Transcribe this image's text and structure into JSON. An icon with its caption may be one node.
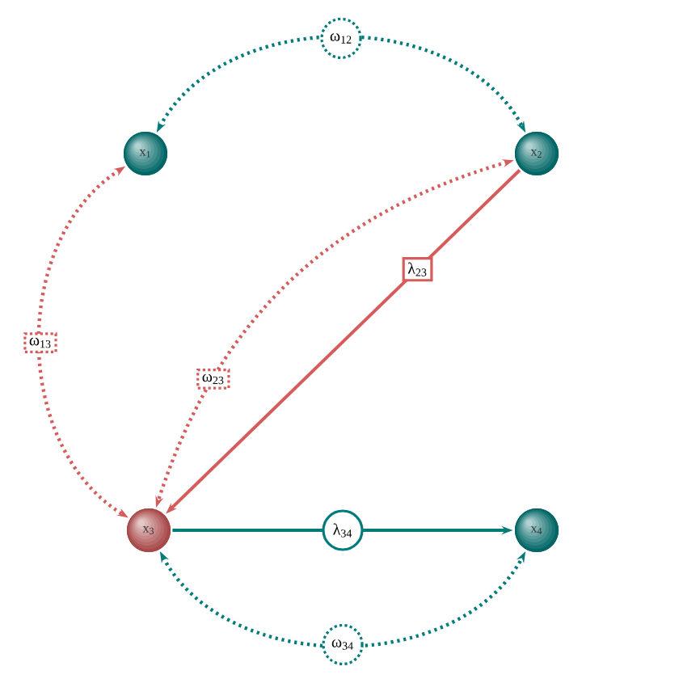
{
  "diagram": {
    "nodes": [
      {
        "text": [
          "x$_{1}$"
        ]
      },
      {
        "text": [
          "x$_{2}$"
        ]
      },
      {
        "text": [
          "x$_{3}$"
        ]
      },
      {
        "text": [
          "x$_{4}$"
        ]
      }
    ],
    "edges": [
      {
        "from": 0,
        "to": 1,
        "arrow": "both",
        "label": "ω$_{12}$",
        "style": "dashed",
        "color": "#007b7b"
      },
      {
        "from": 0,
        "to": 2,
        "arrow": "both",
        "label": "ω$_{13}$",
        "style": "dashed",
        "color": "#d65c5c"
      },
      {
        "from": 1,
        "to": 2,
        "arrow": "both",
        "label": "ω$_{23}$",
        "style": "dashed",
        "color": "#d65c5c"
      },
      {
        "from": 1,
        "to": 2,
        "arrow": "to",
        "label": "λ$_{23}$",
        "color": "#d65c5c"
      },
      {
        "from": 2,
        "to": 3,
        "arrow": "to",
        "label": "λ$_{34}$",
        "color": "#007b7b"
      },
      {
        "from": 2,
        "to": 3,
        "arrow": "both",
        "label": "ω$_{34}$",
        "style": "dashed",
        "color": "#007b7b"
      }
    ]
  }
}
